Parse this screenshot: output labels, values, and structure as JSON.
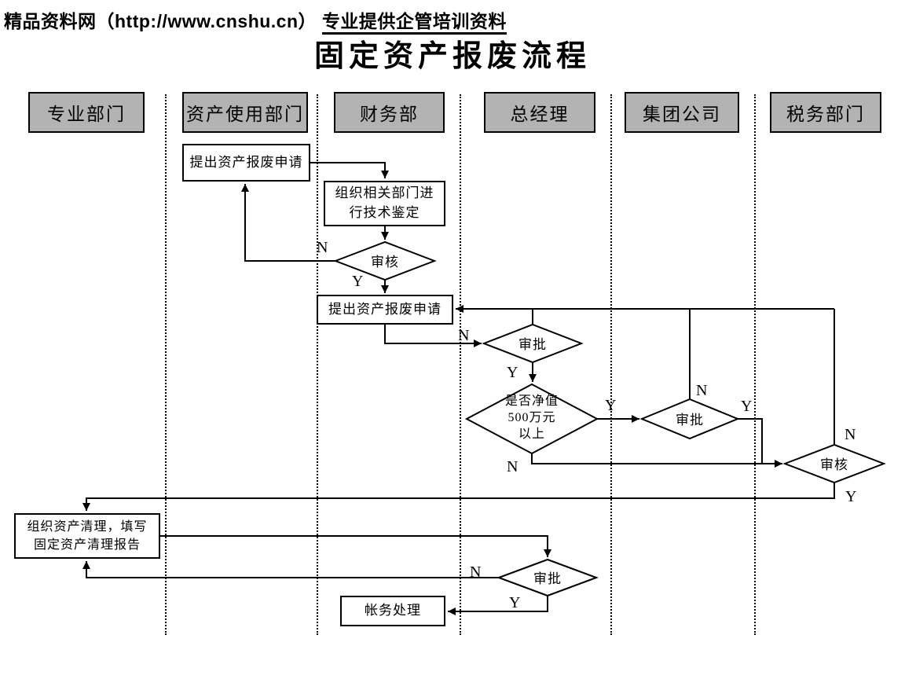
{
  "watermark": {
    "site": "精品资料网（http://www.cnshu.cn）",
    "tagline": "专业提供企管培训资料"
  },
  "title": "固定资产报废流程",
  "lanes": [
    {
      "label": "专业部门"
    },
    {
      "label": "资产使用部门"
    },
    {
      "label": "财务部"
    },
    {
      "label": "总经理"
    },
    {
      "label": "集团公司"
    },
    {
      "label": "税务部门"
    }
  ],
  "nodes": {
    "submit_request_1": "提出资产报废申请",
    "tech_appraisal_l1": "组织相关部门进",
    "tech_appraisal_l2": "行技术鉴定",
    "review_1": "审核",
    "submit_request_2": "提出资产报废申请",
    "approve_gm": "审批",
    "networth_l1": "是否净值",
    "networth_l2": "500万元",
    "networth_l3": "以上",
    "approve_group": "审批",
    "review_tax": "审核",
    "cleanup_l1": "组织资产清理，填写",
    "cleanup_l2": "固定资产清理报告",
    "approve_final": "审批",
    "accounting": "帐务处理"
  },
  "branch_labels": {
    "yes": "Y",
    "no": "N"
  },
  "colors": {
    "lane_header_fill": "#b3b3b3",
    "line": "#000000",
    "box_background": "#ffffff",
    "page_background": "#ffffff"
  }
}
